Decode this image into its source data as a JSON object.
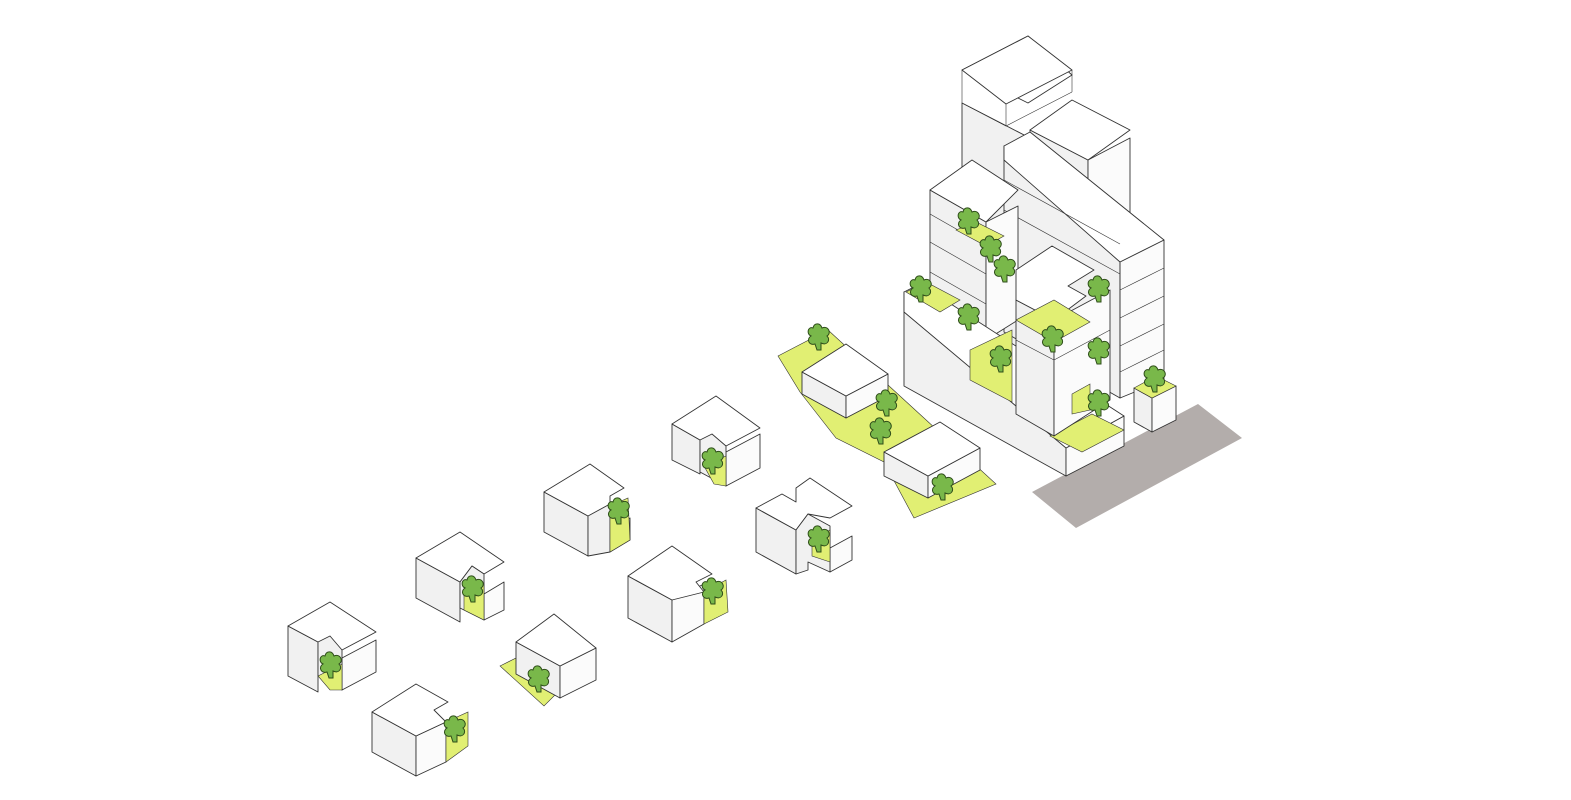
{
  "diagram": {
    "kind": "isometric massing diagram",
    "colors": {
      "background": "#ffffff",
      "top_face": "#ffffff",
      "left_face": "#f1f1f1",
      "right_face": "#fbfbfb",
      "outline": "#333333",
      "garden": "#e1ef73",
      "tree": "#79b84a",
      "tree_outline": "#2f4e1a",
      "road": "#b3adab"
    },
    "icons": {
      "tree": "tree-icon",
      "garden": "garden-patch",
      "road": "road-strip"
    },
    "groups": [
      {
        "id": "unit-1",
        "label": ""
      },
      {
        "id": "unit-2",
        "label": ""
      },
      {
        "id": "unit-3",
        "label": ""
      },
      {
        "id": "unit-4",
        "label": ""
      },
      {
        "id": "unit-5",
        "label": ""
      },
      {
        "id": "unit-6",
        "label": ""
      },
      {
        "id": "unit-7",
        "label": ""
      },
      {
        "id": "unit-8",
        "label": ""
      },
      {
        "id": "row-block",
        "label": ""
      },
      {
        "id": "stacked-tower",
        "label": ""
      }
    ]
  }
}
